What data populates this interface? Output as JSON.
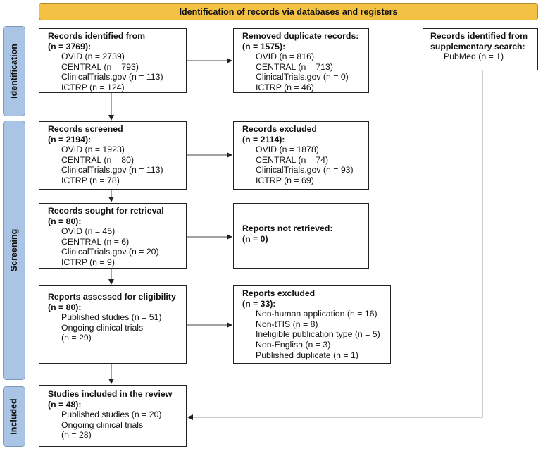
{
  "banner": "Identification of records via databases and registers",
  "phases": [
    "Identification",
    "Screening",
    "Included"
  ],
  "boxes": {
    "identified": {
      "title": "Records identified from",
      "count": "(n = 3769):",
      "items": [
        "OVID (n = 2739)",
        "CENTRAL (n = 793)",
        "ClinicalTrials.gov (n = 113)",
        "ICTRP (n = 124)"
      ]
    },
    "duplicates": {
      "title": "Removed duplicate records:",
      "count": "(n = 1575):",
      "items": [
        "OVID (n = 816)",
        "CENTRAL (n = 713)",
        "ClinicalTrials.gov (n = 0)",
        "ICTRP (n = 46)"
      ]
    },
    "supplementary": {
      "title": "Records identified from",
      "title2": "supplementary search:",
      "items": [
        "PubMed (n = 1)"
      ]
    },
    "screened": {
      "title": "Records screened",
      "count": "(n = 2194):",
      "items": [
        "OVID (n = 1923)",
        "CENTRAL (n = 80)",
        "ClinicalTrials.gov (n = 113)",
        "ICTRP (n = 78)"
      ]
    },
    "excluded": {
      "title": "Records excluded",
      "count": "(n = 2114):",
      "items": [
        "OVID (n = 1878)",
        "CENTRAL (n = 74)",
        "ClinicalTrials.gov (n = 93)",
        "ICTRP (n = 69)"
      ]
    },
    "sought": {
      "title": "Records sought for retrieval",
      "count": "(n = 80):",
      "items": [
        "OVID (n = 45)",
        "CENTRAL (n = 6)",
        "ClinicalTrials.gov (n = 20)",
        "ICTRP (n = 9)"
      ]
    },
    "not_retrieved": {
      "title": "Reports not retrieved:",
      "count": "(n = 0)"
    },
    "assessed": {
      "title": "Reports assessed for eligibility",
      "count": "(n = 80):",
      "items": [
        "Published studies (n = 51)",
        "Ongoing clinical trials",
        "(n = 29)"
      ]
    },
    "reports_excluded": {
      "title": "Reports excluded",
      "count": "(n = 33):",
      "items": [
        "Non-human application (n = 16)",
        "Non-tTIS (n = 8)",
        "Ineligible publication type (n = 5)",
        "Non-English (n = 3)",
        "Published duplicate (n = 1)"
      ]
    },
    "included": {
      "title": "Studies included in the review",
      "count": "(n = 48):",
      "items": [
        "Published studies (n = 20)",
        "Ongoing clinical trials",
        "(n = 28)"
      ]
    }
  }
}
